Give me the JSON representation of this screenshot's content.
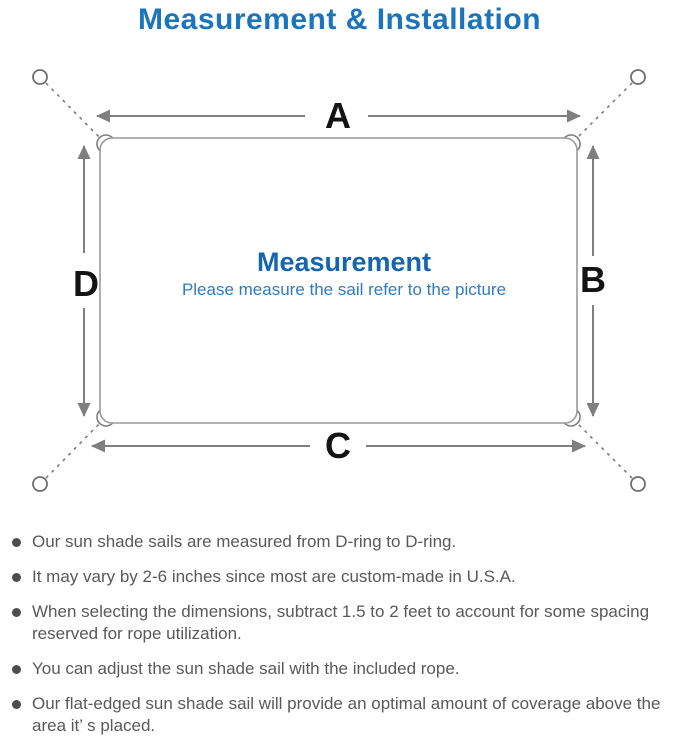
{
  "header": {
    "title": "Measurement & Installation"
  },
  "diagram": {
    "labels": {
      "top": "A",
      "right": "B",
      "bottom": "C",
      "left": "D"
    },
    "center": {
      "title": "Measurement",
      "subtitle": "Please measure the sail refer to the picture"
    }
  },
  "notes": {
    "items": [
      "Our sun shade sails are measured from D-ring to D-ring.",
      "It may vary by 2-6 inches since most are custom-made in U.S.A.",
      "When selecting the dimensions, subtract 1.5 to 2 feet to account for some spacing reserved for rope utilization.",
      "You can adjust the sun shade sail with the included rope.",
      "Our flat-edged sun shade sail will provide an optimal amount of coverage above the area it’ s placed."
    ]
  },
  "colors": {
    "title_blue": "#1b75bc",
    "center_title_blue": "#1565af",
    "center_subtitle_blue": "#2e7cc0",
    "line_gray": "#7f7f7f",
    "label_black": "#141414",
    "note_text_gray": "#595959"
  }
}
